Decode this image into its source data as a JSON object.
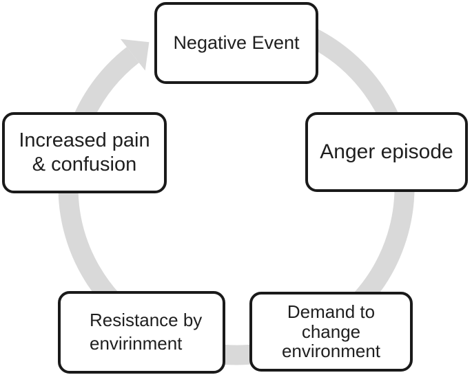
{
  "diagram": {
    "type": "cycle",
    "flow_direction": "clockwise",
    "nodes": [
      {
        "name": "negative-event",
        "position": "top",
        "lines": [
          "Negative Event"
        ]
      },
      {
        "name": "anger-episode",
        "position": "right",
        "lines": [
          "Anger episode"
        ]
      },
      {
        "name": "demand-to-change-environment",
        "position": "bottom-right",
        "lines": [
          "Demand to",
          "change",
          "environment"
        ]
      },
      {
        "name": "resistance-by-envirinment",
        "position": "bottom-left",
        "lines": [
          "Resistance by",
          "envirinment"
        ]
      },
      {
        "name": "increased-pain-and-confusion",
        "position": "left",
        "lines": [
          "Increased pain",
          "& confusion"
        ]
      }
    ],
    "colors": {
      "ring": "#d9d9d9",
      "box_border": "#1a1a1a",
      "box_fill": "#ffffff",
      "text": "#1f1f1f",
      "background": "#ffffff"
    }
  }
}
